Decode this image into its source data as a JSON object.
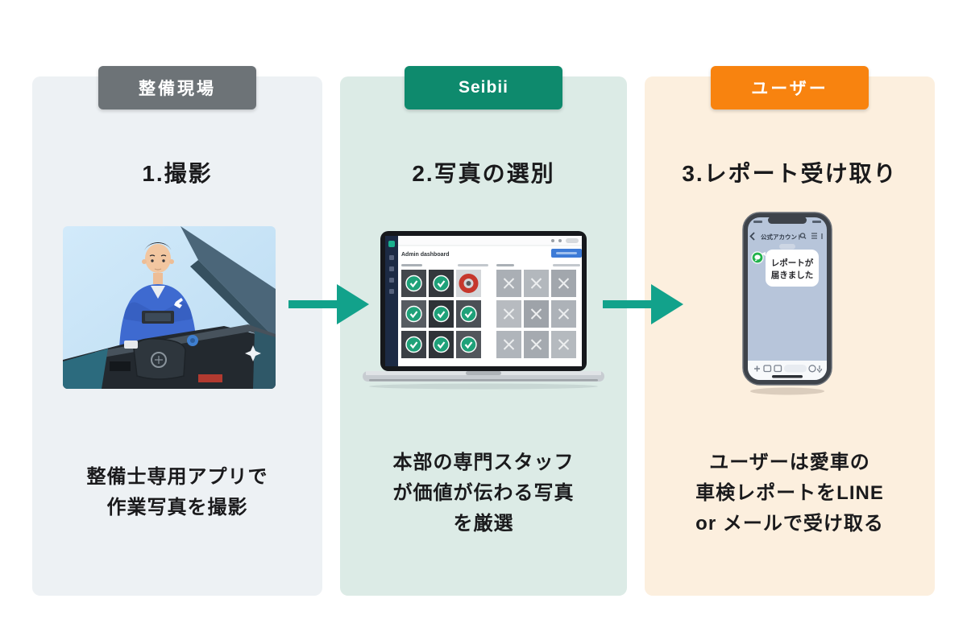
{
  "canvas": {
    "background": "#ffffff"
  },
  "arrows": {
    "color": "#12a28b",
    "icon": "arrow-right"
  },
  "steps": [
    {
      "badge": "整備現場",
      "badge_color": "#6d7377",
      "panel_color": "#edf1f4",
      "title": "1.撮影",
      "desc_lines": [
        "整備士専用アプリで",
        "作業写真を撮影"
      ],
      "illustration": "mechanic-photographing-engine"
    },
    {
      "badge": "Seibii",
      "badge_color": "#0e8a6d",
      "panel_color": "#dcebe6",
      "title": "2.写真の選別",
      "desc_lines": [
        "本部の専門スタッフ",
        "が価値が伝わる写真",
        "を厳選"
      ],
      "illustration": "laptop-photo-selection-dashboard"
    },
    {
      "badge": "ユーザー",
      "badge_color": "#f8830f",
      "panel_color": "#fcefde",
      "title": "3.レポート受け取り",
      "desc_lines": [
        "ユーザーは愛車の",
        "車検レポートをLINE",
        "or メールで受け取る"
      ],
      "illustration": "smartphone-line-chat"
    }
  ],
  "laptop": {
    "app_title": "Admin dashboard",
    "selected_photos": 8,
    "rejected_photos": 9,
    "accent_blue": "#3d7bd7",
    "check_green": "#1fa179",
    "icons": {
      "selected": "check-circle-icon",
      "rejected": "x-mark-icon"
    }
  },
  "phone": {
    "header_title": "公式アカウント",
    "bubble_lines": [
      "レポートが",
      "届きました"
    ],
    "line_green": "#22b24c"
  }
}
